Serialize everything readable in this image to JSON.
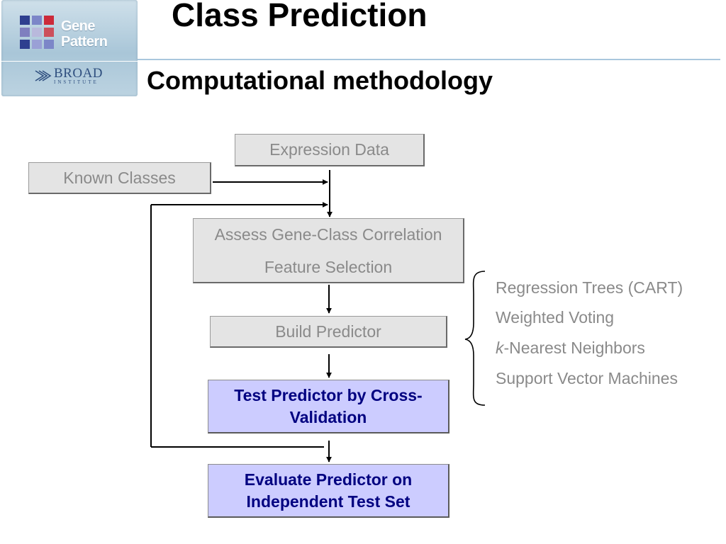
{
  "logo": {
    "word_line1": "Gene",
    "word_line2": "Pattern",
    "org_name": "BROAD",
    "org_sub": "INSTITUTE",
    "grid_colors": [
      "#2e3f8f",
      "#7c86c8",
      "#cc2a3a",
      "#7f7fbf",
      "#b9b9dc",
      "#cc4f5c",
      "#2e3f8f",
      "#9aa0d6",
      "#7c86c8"
    ]
  },
  "header": {
    "title": "Class Prediction",
    "subtitle": "Computational methodology"
  },
  "flow": {
    "expression_data": "Expression Data",
    "known_classes": "Known Classes",
    "assess_line1": "Assess Gene-Class Correlation",
    "assess_line2": "Feature Selection",
    "build_predictor": "Build Predictor",
    "test_predictor": "Test Predictor by Cross-Validation",
    "evaluate_predictor": "Evaluate Predictor on Independent Test Set"
  },
  "methods": {
    "cart": "Regression Trees (CART)",
    "weighted_voting": "Weighted Voting",
    "knn_prefix": "k",
    "knn_rest": "-Nearest Neighbors",
    "svm": "Support Vector Machines"
  },
  "colors": {
    "gray_box_fill": "#e4e4e4",
    "gray_text": "#8a8a8a",
    "blue_box_fill": "#ccccff",
    "blue_text": "#000080",
    "rule": "#a9c7dd"
  }
}
